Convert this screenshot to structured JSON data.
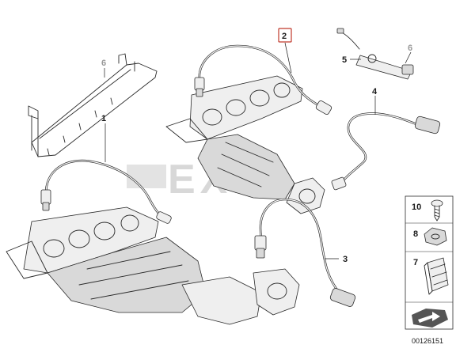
{
  "callouts": {
    "c1": "1",
    "c2": "2",
    "c3": "3",
    "c4": "4",
    "c5": "5",
    "c6a": "6",
    "c6b": "6",
    "c7": "7",
    "c8": "8",
    "c10": "10"
  },
  "diagram_number": "00126151",
  "watermark": "EXIA",
  "colors": {
    "highlight": "#c0392b",
    "line": "#2a2a2a",
    "grey_callout": "#9a9a9a"
  }
}
